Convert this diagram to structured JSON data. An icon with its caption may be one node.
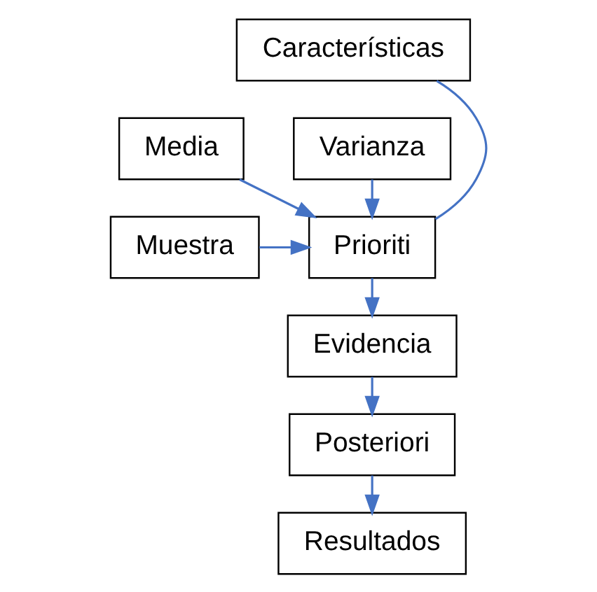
{
  "diagram": {
    "nodes": [
      {
        "text": [
          "Características"
        ]
      },
      {
        "text": [
          "Media"
        ]
      },
      {
        "text": [
          "Varianza"
        ]
      },
      {
        "text": [
          "Prioriti"
        ]
      },
      {
        "text": [
          "Muestra"
        ]
      },
      {
        "text": [
          "Evidencia"
        ]
      },
      {
        "text": [
          "Posteriori"
        ]
      },
      {
        "text": [
          "Resultados"
        ]
      }
    ],
    "edges": [
      {
        "from": 0,
        "to": 3,
        "arrow": "none"
      },
      {
        "from": 1,
        "to": 3,
        "arrow": "to"
      },
      {
        "from": 2,
        "to": 3,
        "arrow": "to"
      },
      {
        "from": 4,
        "to": 3,
        "arrow": "to"
      },
      {
        "from": 3,
        "to": 5,
        "arrow": "to"
      },
      {
        "from": 5,
        "to": 6,
        "arrow": "to"
      },
      {
        "from": 6,
        "to": 7,
        "arrow": "to"
      }
    ]
  }
}
